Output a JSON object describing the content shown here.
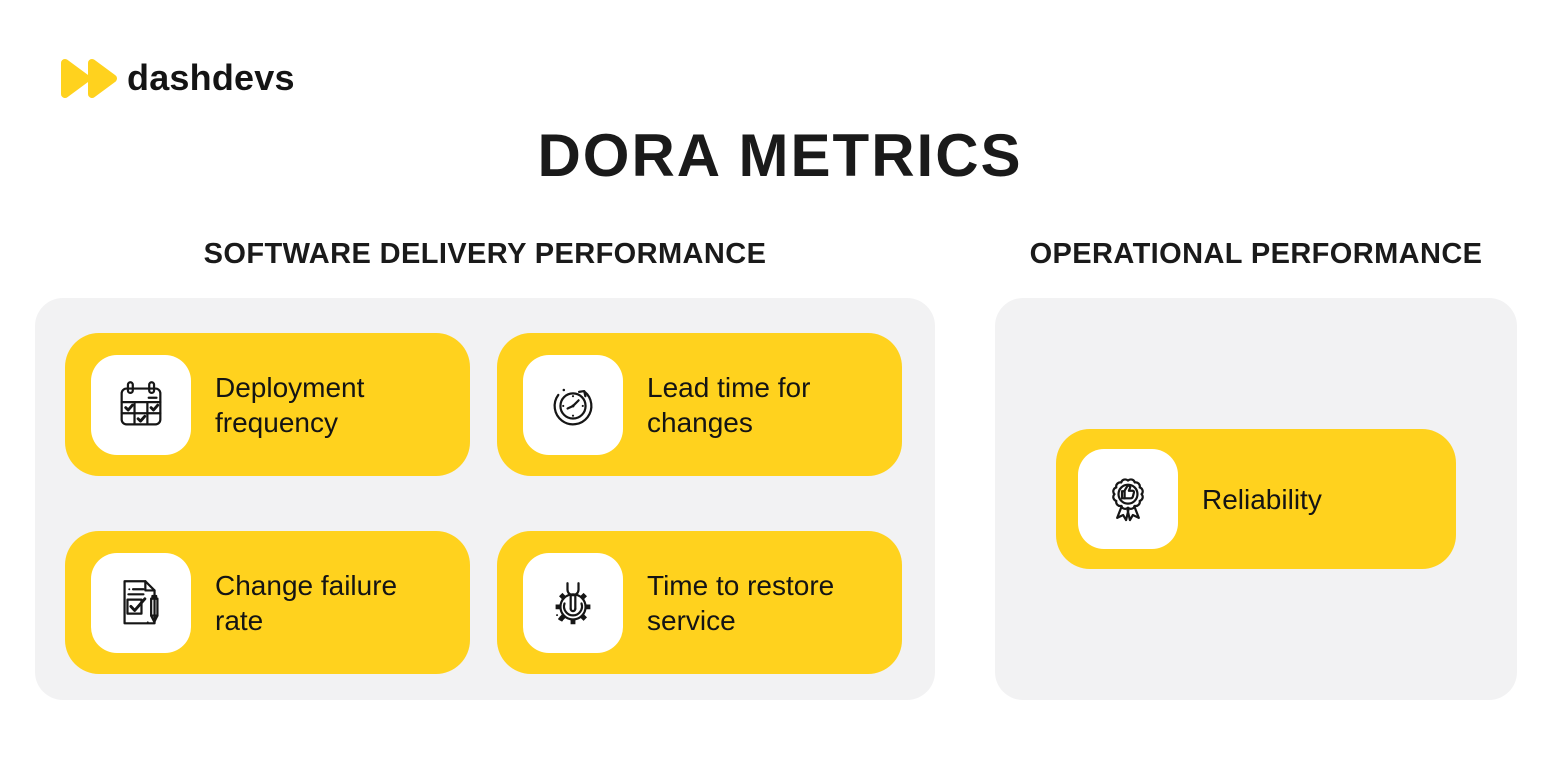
{
  "brand": {
    "logo_text": "dashdevs",
    "logo_icon": "double-play-triangles-icon"
  },
  "title": "DORA METRICS",
  "colors": {
    "brand_yellow": "#FFD21E",
    "panel_gray": "#F2F2F3",
    "ink": "#141414",
    "background": "#FFFFFF"
  },
  "sections": [
    {
      "id": "software-delivery",
      "heading": "SOFTWARE DELIVERY PERFORMANCE",
      "cards": [
        {
          "label": "Deployment frequency",
          "icon": "calendar-check-icon"
        },
        {
          "label": "Lead time for changes",
          "icon": "clock-refresh-icon"
        },
        {
          "label": "Change failure rate",
          "icon": "document-check-pen-icon"
        },
        {
          "label": "Time to restore service",
          "icon": "gear-wrench-icon"
        }
      ]
    },
    {
      "id": "operational",
      "heading": "OPERATIONAL PERFORMANCE",
      "cards": [
        {
          "label": "Reliability",
          "icon": "award-thumbs-up-icon"
        }
      ]
    }
  ]
}
